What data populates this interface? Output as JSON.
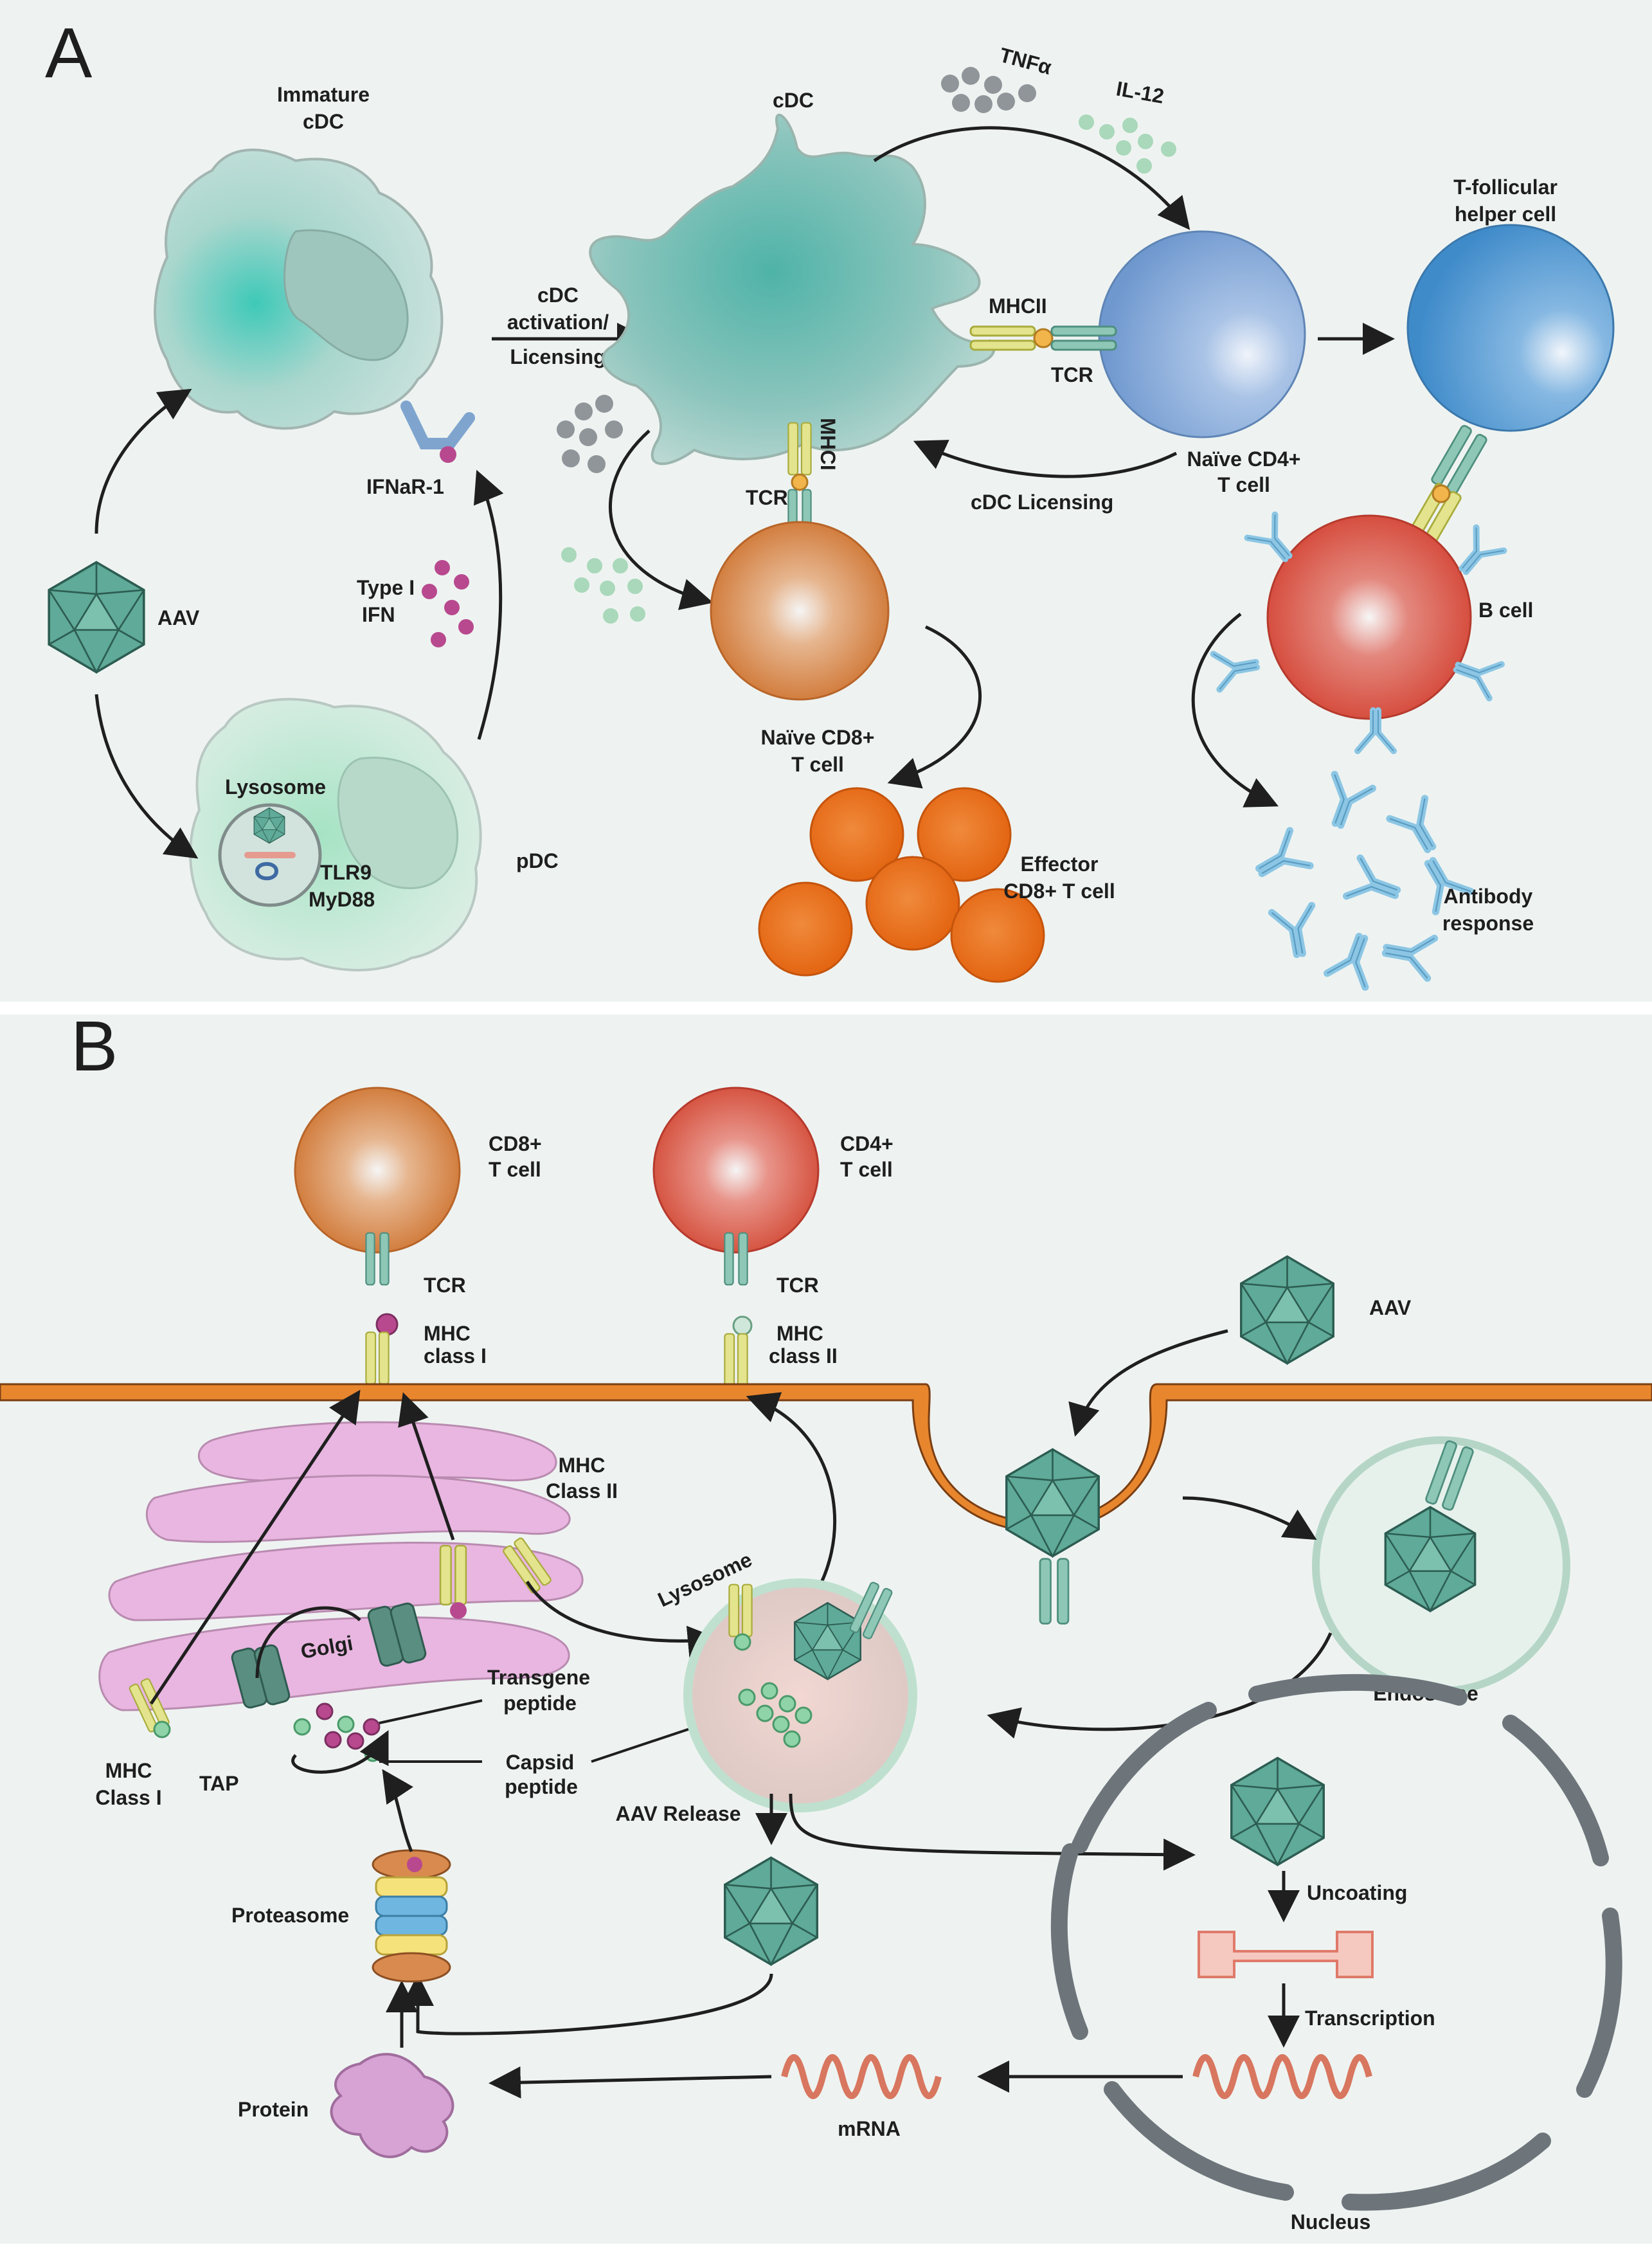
{
  "panel_a": {
    "letter": "A",
    "immature_cdc": [
      "Immature",
      "cDC"
    ],
    "cdc": "cDC",
    "tnfa": "TNFα",
    "il12": "IL-12",
    "tfh": [
      "T-follicular",
      "helper cell"
    ],
    "activation": [
      "cDC",
      "activation/",
      "Licensing"
    ],
    "mhcii": "MHCII",
    "tcr_cd4": "TCR",
    "mhci": "MHCI",
    "tcr_cd8": "TCR",
    "ifnar": "IFNaR-1",
    "naive_cd4": [
      "Naïve CD4+",
      "T cell"
    ],
    "licensing": "cDC Licensing",
    "b_cell": "B cell",
    "aav": "AAV",
    "type1_ifn": [
      "Type I",
      "IFN"
    ],
    "naive_cd8": [
      "Naïve CD8+",
      "T cell"
    ],
    "lysosome": "Lysosome",
    "tlr9": "TLR9",
    "myd88": "MyD88",
    "pdc": "pDC",
    "effector": [
      "Effector",
      "CD8+ T cell"
    ],
    "antibody": [
      "Antibody",
      "response"
    ]
  },
  "panel_b": {
    "letter": "B",
    "cd8": [
      "CD8+",
      "T cell"
    ],
    "cd4": [
      "CD4+",
      "T cell"
    ],
    "tcr_left": "TCR",
    "mhc1": [
      "MHC",
      "class I"
    ],
    "tcr_right": "TCR",
    "mhc2": [
      "MHC",
      "class II"
    ],
    "aav_top": "AAV",
    "golgi": "Golgi",
    "mhc2_class": [
      "MHC",
      "Class II"
    ],
    "lysosome": "Lysosome",
    "transgene": [
      "Transgene",
      "peptide"
    ],
    "capsid": [
      "Capsid",
      "peptide"
    ],
    "tap": "TAP",
    "mhc1_class": [
      "MHC",
      "Class I"
    ],
    "endosome": "Endosome",
    "aav_release": "AAV Release",
    "uncoating": "Uncoating",
    "proteasome": "Proteasome",
    "transcription": "Transcription",
    "protein": "Protein",
    "mrna": "mRNA",
    "nucleus": "Nucleus"
  },
  "colors": {
    "membrane": "#e8862e",
    "aav": "#5faa98",
    "cd8_cell": "#d98038",
    "cd4_cell": "#d9503c",
    "naive_cd4": "#7aa3d6",
    "tfh": "#4a94d0",
    "b_cell": "#d84a3c",
    "effector": "#ec6c12",
    "golgi": "#e8b6e0",
    "nucleus": "#6d757b",
    "antibody": "#8cc6e4"
  }
}
